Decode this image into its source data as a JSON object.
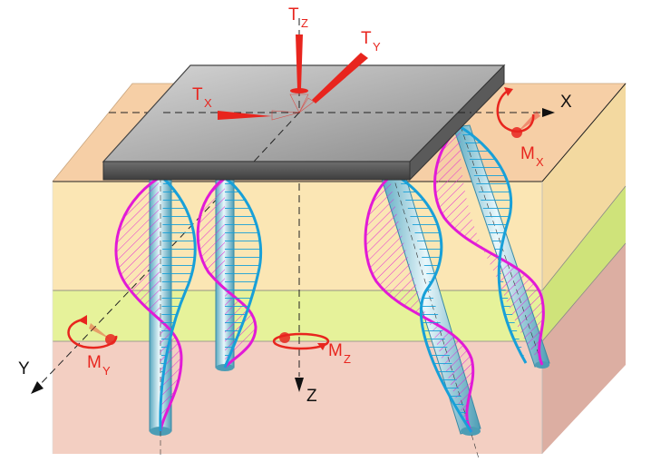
{
  "colors": {
    "layer_top_front": "#fbe6b4",
    "layer_top_side": "#f3d9a0",
    "layer_top_back": "#f6cfa6",
    "layer_green_front": "#e6f29a",
    "layer_green_side": "#cfe37a",
    "layer_green_top": "#f1f5b8",
    "layer_bottom_front": "#f3cfc2",
    "layer_bottom_side": "#dcaea2",
    "cap_top": "#a8a8a8",
    "cap_edge": "#555555",
    "pile_fill": "#bfe3ec",
    "shear_curve": "#18a0d8",
    "moment_curve": "#e21ad6",
    "load_arrow": "#e8251e"
  },
  "labels": {
    "tz": {
      "main": "T",
      "sub": "Z"
    },
    "ty": {
      "main": "T",
      "sub": "Y"
    },
    "tx": {
      "main": "T",
      "sub": "X"
    },
    "mx": {
      "main": "M",
      "sub": "X"
    },
    "my": {
      "main": "M",
      "sub": "Y"
    },
    "mz": {
      "main": "M",
      "sub": "Z"
    },
    "axis_x": "X",
    "axis_y": "Y",
    "axis_z": "Z"
  }
}
